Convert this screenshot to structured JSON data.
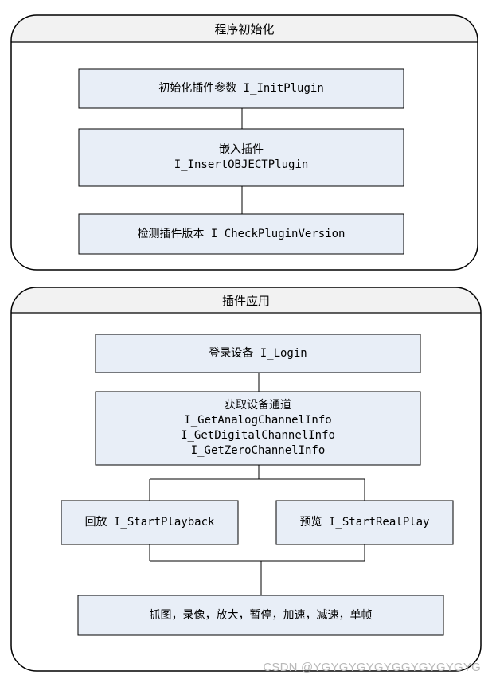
{
  "panels": {
    "init": {
      "title": "程序初始化",
      "boxes": {
        "init_plugin": "初始化插件参数 I_InitPlugin",
        "insert_plugin": {
          "line1": "嵌入插件",
          "line2": "I_InsertOBJECTPlugin"
        },
        "check_version": "检测插件版本 I_CheckPluginVersion"
      }
    },
    "app": {
      "title": "插件应用",
      "boxes": {
        "login": "登录设备 I_Login",
        "channels": {
          "line1": "获取设备通道",
          "line2": "I_GetAnalogChannelInfo",
          "line3": "I_GetDigitalChannelInfo",
          "line4": "I_GetZeroChannelInfo"
        },
        "playback": "回放 I_StartPlayback",
        "realplay": "预览 I_StartRealPlay",
        "controls": "抓图，录像，放大，暂停，加速，减速，单帧"
      }
    }
  },
  "watermark": "CSDN @YGYGYGYGYGGYGYGYGYG",
  "colors": {
    "box_fill": "#e8eef7",
    "panel_header": "#f2f2f2",
    "stroke": "#000000"
  }
}
